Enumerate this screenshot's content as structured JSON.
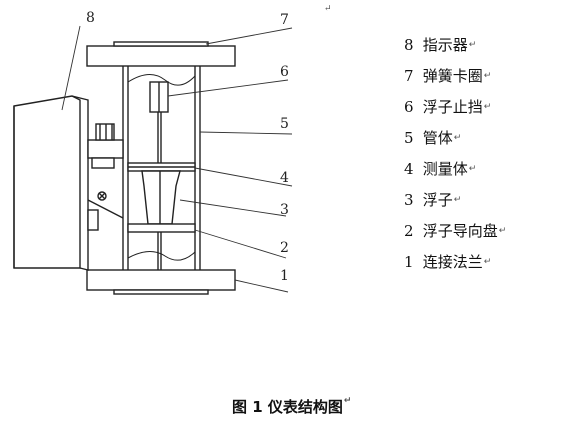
{
  "diagram_numbers": [
    "8",
    "7",
    "6",
    "5",
    "4",
    "3",
    "2",
    "1"
  ],
  "legend": [
    {
      "num": "8",
      "text": "指示器"
    },
    {
      "num": "7",
      "text": "弹簧卡圈"
    },
    {
      "num": "6",
      "text": "浮子止挡"
    },
    {
      "num": "5",
      "text": "管体"
    },
    {
      "num": "4",
      "text": "测量体"
    },
    {
      "num": "3",
      "text": "浮子"
    },
    {
      "num": "2",
      "text": "浮子导向盘"
    },
    {
      "num": "1",
      "text": "连接法兰"
    }
  ],
  "paragraph_mark": "↵",
  "caption": "图 1 仪表结构图"
}
